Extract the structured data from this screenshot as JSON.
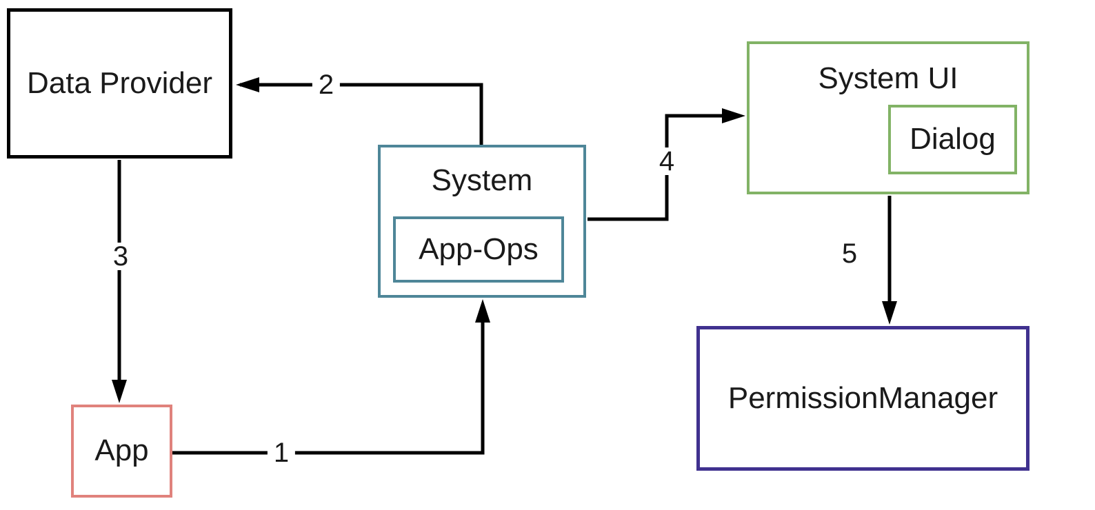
{
  "diagram": {
    "type": "flow-diagram",
    "background_color": "#ffffff",
    "line_color": "#000000",
    "text_color": "#1a1a1a",
    "nodes": {
      "data_provider": {
        "label": "Data Provider",
        "border_color": "#000000"
      },
      "app": {
        "label": "App",
        "border_color": "#e0827c"
      },
      "system": {
        "label": "System",
        "border_color": "#4e8698"
      },
      "app_ops": {
        "label": "App-Ops",
        "border_color": "#4e8698",
        "parent": "system"
      },
      "system_ui": {
        "label": "System UI",
        "border_color": "#82b366"
      },
      "dialog": {
        "label": "Dialog",
        "border_color": "#82b366",
        "parent": "system_ui"
      },
      "permission_manager": {
        "label": "PermissionManager",
        "border_color": "#40318f"
      }
    },
    "edges": [
      {
        "label": "1",
        "from": "app",
        "to": "system",
        "arrow_direction": "up"
      },
      {
        "label": "2",
        "from": "system",
        "to": "data_provider",
        "arrow_direction": "left"
      },
      {
        "label": "3",
        "from": "data_provider",
        "to": "app",
        "arrow_direction": "down"
      },
      {
        "label": "4",
        "from": "system",
        "to": "system_ui",
        "arrow_direction": "right"
      },
      {
        "label": "5",
        "from": "system_ui",
        "to": "permission_manager",
        "arrow_direction": "down"
      }
    ]
  }
}
